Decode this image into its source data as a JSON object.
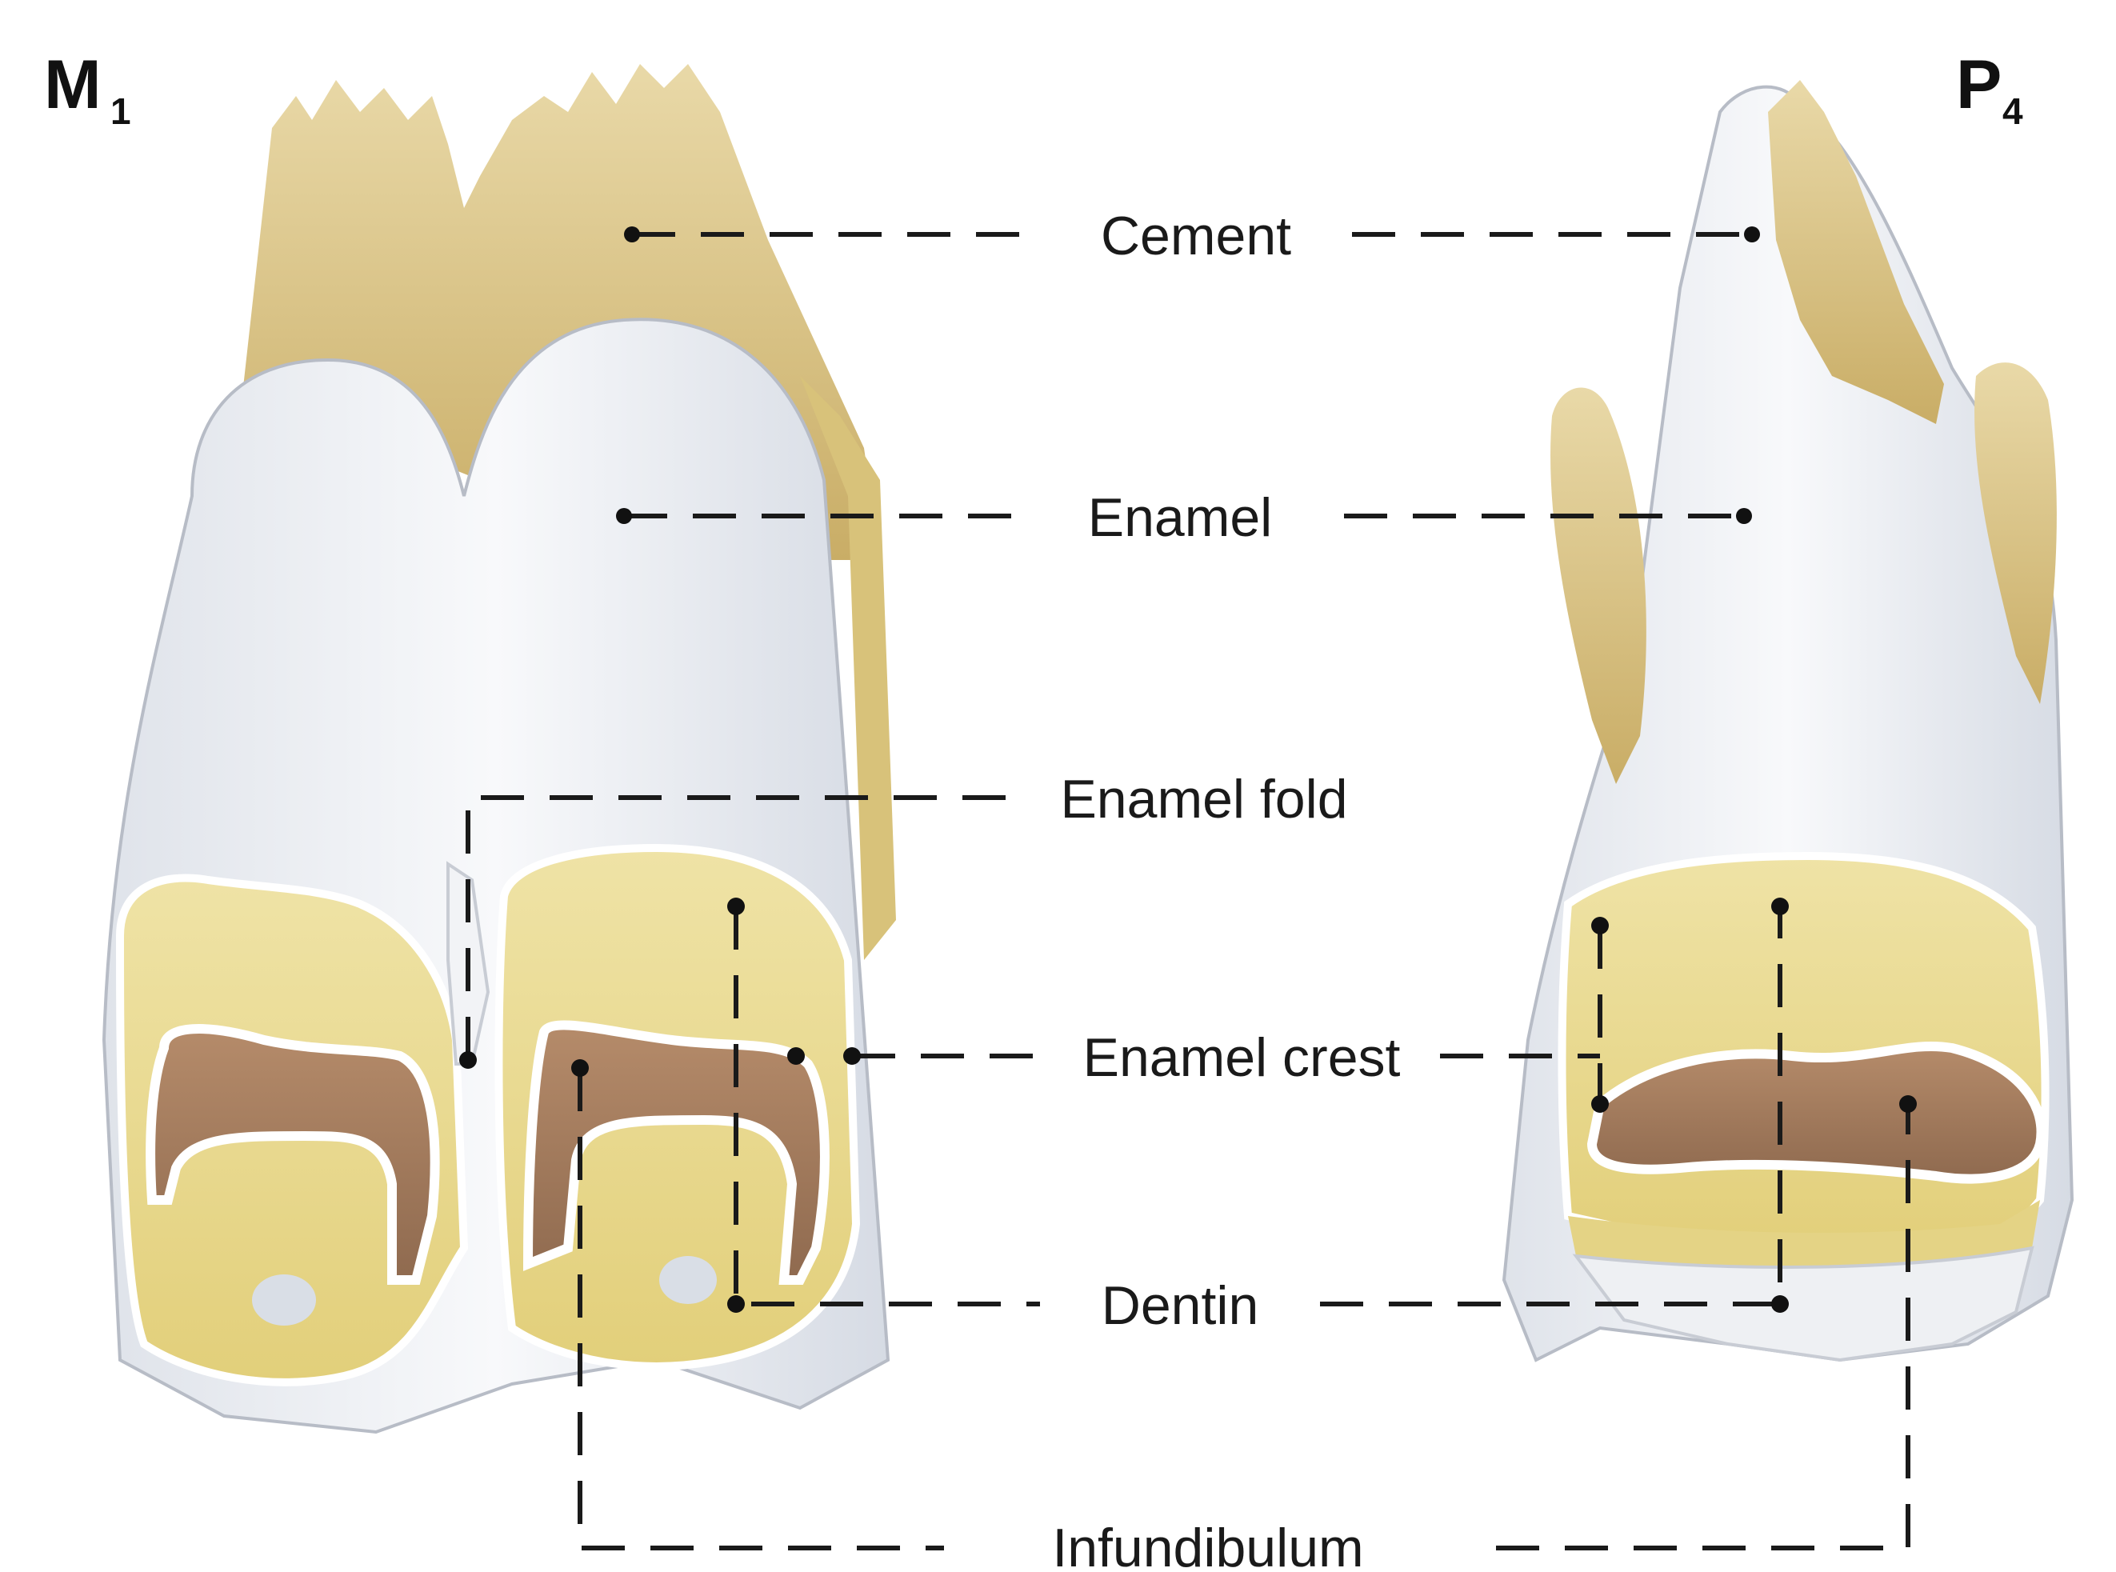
{
  "teeth": {
    "left": {
      "name": "M",
      "subscript": "1"
    },
    "right": {
      "name": "P",
      "subscript": "4"
    }
  },
  "labels": {
    "cement": "Cement",
    "enamel": "Enamel",
    "enamel_fold": "Enamel fold",
    "enamel_crest": "Enamel crest",
    "dentin": "Dentin",
    "infundibulum": "Infundibulum"
  },
  "colors": {
    "cement": "#c9b06a",
    "enamel": "#eef0f3",
    "dentin": "#e6d78a",
    "infundibulum": "#a47858",
    "leader_line": "#1a1a1a"
  }
}
